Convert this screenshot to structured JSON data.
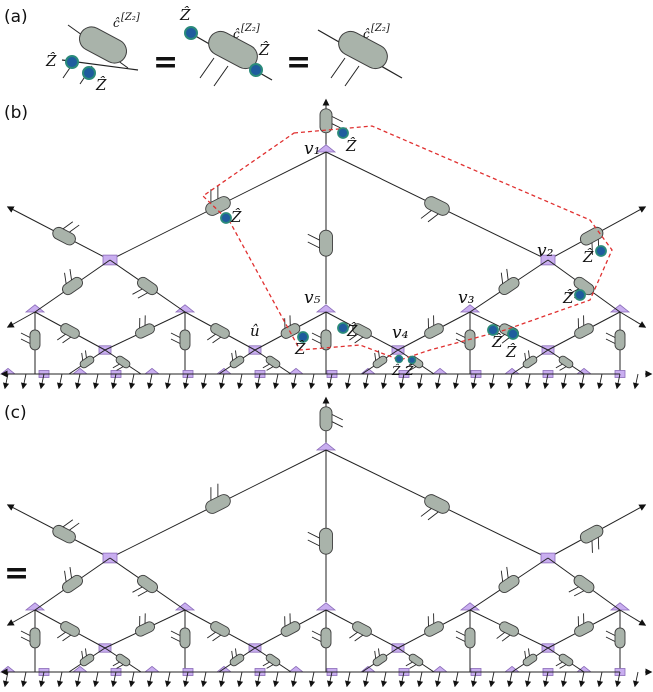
{
  "panels": {
    "a_label": "(a)",
    "b_label": "(b)",
    "c_label": "(c)"
  },
  "symbols": {
    "z_hat": "Ẑ",
    "c_hat": "ĉ",
    "c_sup": "[Z₂]",
    "equals": "=",
    "u_hat": "û"
  },
  "vertices": {
    "v1": "v₁",
    "v2": "v₂",
    "v3": "v₃",
    "v4": "v₄",
    "v5": "v₅"
  },
  "colors": {
    "tensor_fill": "#a9b3aa",
    "tensor_stroke": "#3d3d3d",
    "node_fill": "#c9aef0",
    "node_stroke": "#8a6bb8",
    "z_dot_fill": "#1f5c9e",
    "z_dot_ring": "#2a8a7a",
    "dashed_region": "#e03030",
    "edge": "#222222"
  }
}
